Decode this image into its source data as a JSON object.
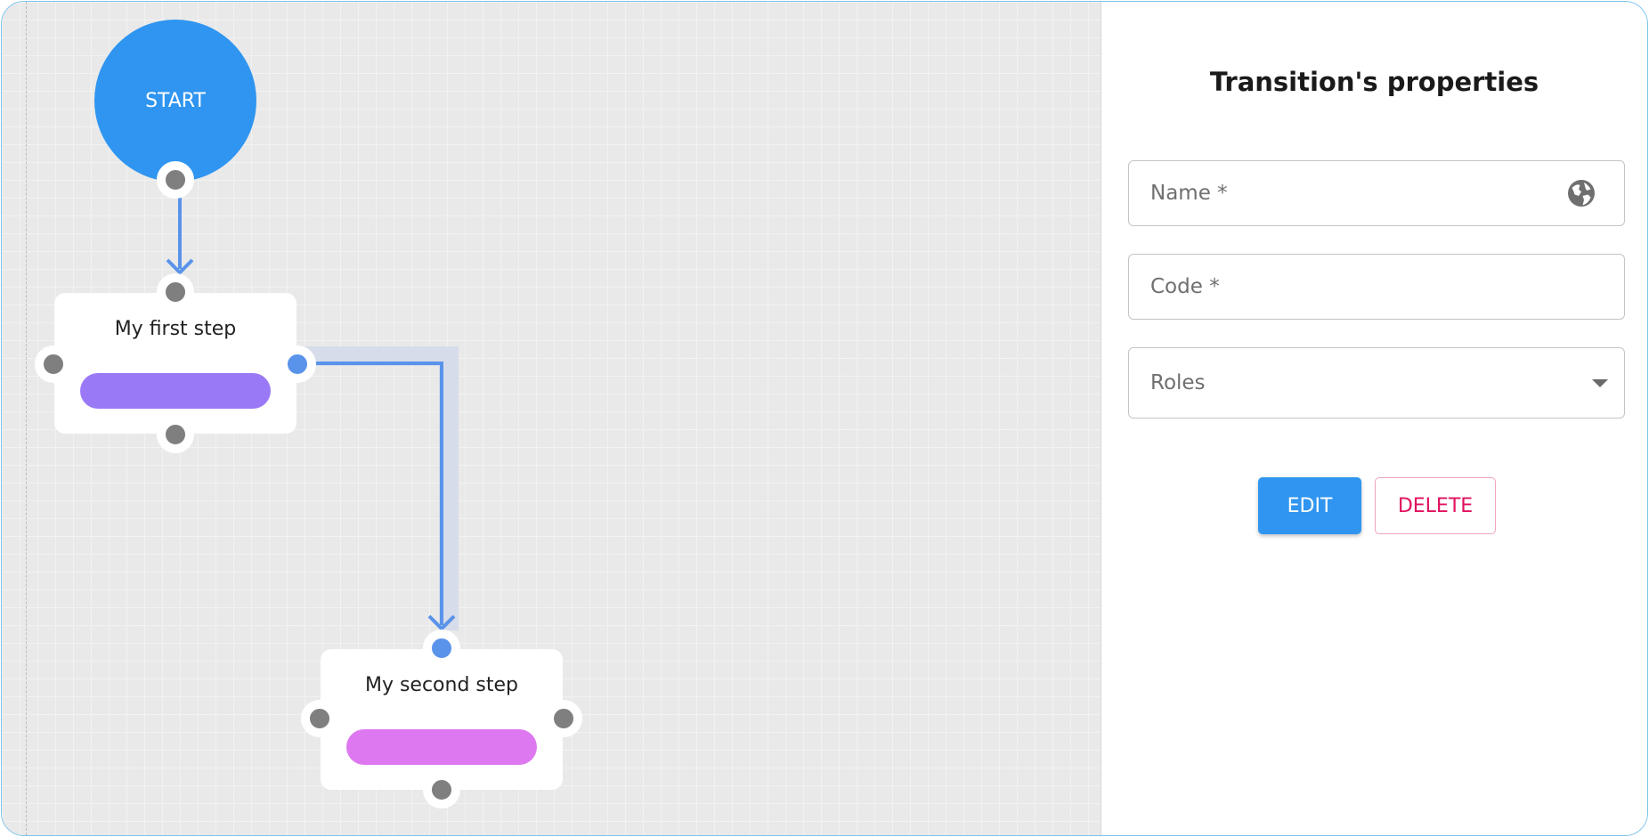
{
  "canvas": {
    "start_label": "START",
    "steps": [
      {
        "title": "My first step",
        "pill_color": "#9a79f6"
      },
      {
        "title": "My second step",
        "pill_color": "#dd78f0"
      }
    ],
    "wire_color": "#5a93ea"
  },
  "panel": {
    "title": "Transition's properties",
    "fields": {
      "name": {
        "placeholder": "Name *",
        "value": "",
        "icon": "globe-icon"
      },
      "code": {
        "placeholder": "Code *",
        "value": ""
      },
      "roles": {
        "placeholder": "Roles",
        "value": "",
        "icon": "chevron-down-icon"
      }
    },
    "buttons": {
      "edit_label": "EDIT",
      "delete_label": "DELETE"
    }
  },
  "colors": {
    "accent": "#2f95f0",
    "danger": "#e0115f",
    "canvas_bg": "#e9e9e9"
  }
}
